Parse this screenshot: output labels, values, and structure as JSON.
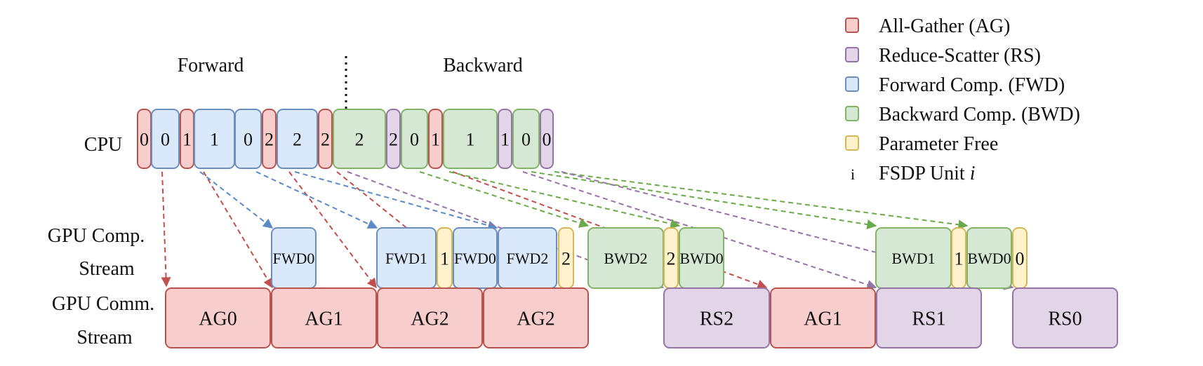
{
  "colors": {
    "ag": {
      "fill": "#f8cecc",
      "stroke": "#b85450"
    },
    "rs": {
      "fill": "#e1d5e7",
      "stroke": "#9673a6"
    },
    "fwd": {
      "fill": "#dae8fc",
      "stroke": "#6c8ebf"
    },
    "bwd": {
      "fill": "#d5e8d4",
      "stroke": "#82b366"
    },
    "free": {
      "fill": "#fff2cc",
      "stroke": "#d6b656"
    },
    "arrow_red": "#c0504d",
    "arrow_blue": "#5b8ac6",
    "arrow_green": "#6aaa4a",
    "arrow_purple": "#9673a6"
  },
  "sections": {
    "forward": "Forward",
    "backward": "Backward"
  },
  "rows": {
    "cpu": "CPU",
    "gpu_comp": [
      "GPU Comp.",
      "Stream"
    ],
    "gpu_comm": [
      "GPU Comm.",
      "Stream"
    ]
  },
  "cpu_blocks": [
    {
      "type": "ag",
      "label": "0"
    },
    {
      "type": "fwd",
      "label": "0"
    },
    {
      "type": "ag",
      "label": "1"
    },
    {
      "type": "fwd",
      "label": "1"
    },
    {
      "type": "fwd",
      "label": "0"
    },
    {
      "type": "ag",
      "label": "2"
    },
    {
      "type": "fwd",
      "label": "2"
    },
    {
      "type": "ag",
      "label": "2"
    },
    {
      "type": "bwd",
      "label": "2"
    },
    {
      "type": "rs",
      "label": "2"
    },
    {
      "type": "bwd",
      "label": "0"
    },
    {
      "type": "ag",
      "label": "1"
    },
    {
      "type": "bwd",
      "label": "1"
    },
    {
      "type": "rs",
      "label": "1"
    },
    {
      "type": "bwd",
      "label": "0"
    },
    {
      "type": "rs",
      "label": "0"
    }
  ],
  "comp_blocks": [
    {
      "type": "fwd",
      "label": "FWD0"
    },
    {
      "type": "fwd",
      "label": "FWD1"
    },
    {
      "type": "free",
      "label": "1"
    },
    {
      "type": "fwd",
      "label": "FWD0"
    },
    {
      "type": "fwd",
      "label": "FWD2"
    },
    {
      "type": "free",
      "label": "2"
    },
    {
      "type": "bwd",
      "label": "BWD2"
    },
    {
      "type": "free",
      "label": "2"
    },
    {
      "type": "bwd",
      "label": "BWD0"
    },
    {
      "type": "bwd",
      "label": "BWD1"
    },
    {
      "type": "free",
      "label": "1"
    },
    {
      "type": "bwd",
      "label": "BWD0"
    },
    {
      "type": "free",
      "label": "0"
    }
  ],
  "comm_blocks": [
    {
      "type": "ag",
      "label": "AG0"
    },
    {
      "type": "ag",
      "label": "AG1"
    },
    {
      "type": "ag",
      "label": "AG2"
    },
    {
      "type": "ag",
      "label": "AG2"
    },
    {
      "type": "rs",
      "label": "RS2"
    },
    {
      "type": "ag",
      "label": "AG1"
    },
    {
      "type": "rs",
      "label": "RS1"
    },
    {
      "type": "rs",
      "label": "RS0"
    }
  ],
  "legend": [
    {
      "type": "ag",
      "label": "All-Gather (AG)"
    },
    {
      "type": "rs",
      "label": "Reduce-Scatter (RS)"
    },
    {
      "type": "fwd",
      "label": "Forward Comp. (FWD)"
    },
    {
      "type": "bwd",
      "label": "Backward Comp. (BWD)"
    },
    {
      "type": "free",
      "label": "Parameter Free"
    },
    {
      "type": "unit",
      "symbol": "i",
      "label": "FSDP Unit ",
      "label_italic": "i"
    }
  ]
}
